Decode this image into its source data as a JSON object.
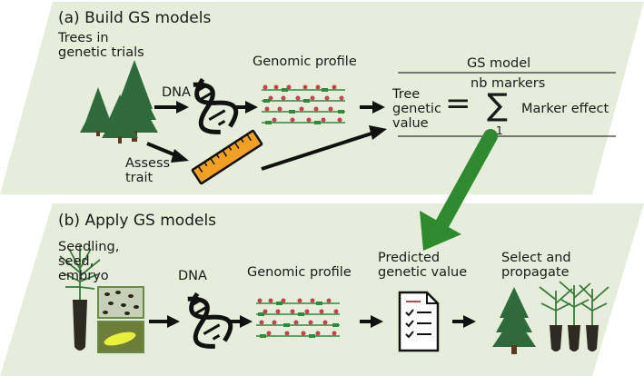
{
  "panel_a": {
    "title": "(a) Build GS models",
    "trees_label": "Trees in\ngenetic trials",
    "dna_label": "DNA",
    "genomic_label": "Genomic profile",
    "assess_label": "Assess\ntrait",
    "gs_model_label": "GS model",
    "tree_value_label": "Tree\ngenetic\nvalue",
    "equals_sign": "=",
    "sum_top": "nb markers",
    "sum_symbol": "∑",
    "sum_bottom": "1",
    "marker_effect_label": "Marker effect"
  },
  "panel_b": {
    "title": "(b) Apply GS models",
    "seedling_label": "Seedling,\nseed,\nembryo",
    "dna_label": "DNA",
    "genomic_label": "Genomic profile",
    "predicted_label": "Predicted\ngenetic value",
    "select_label": "Select and\npropagate"
  },
  "colors": {
    "panel_bg": "#e6eddb",
    "tree_green": "#2f6b3a",
    "dna_red": "#c2444e",
    "dna_green": "#2f8a3c",
    "arrow_green": "#2f8a2f",
    "ruler_orange": "#f2a023"
  },
  "icons": [
    "tree-icon",
    "dna-icon",
    "ruler-icon",
    "document-checklist-icon",
    "seedling-icon"
  ]
}
